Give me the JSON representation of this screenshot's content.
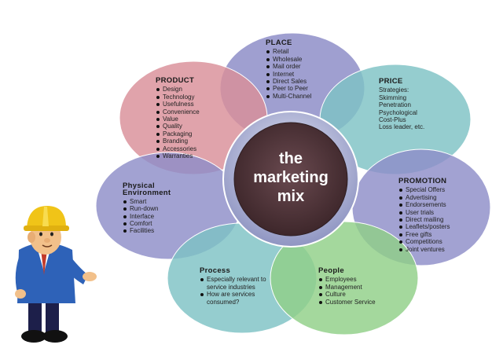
{
  "center": {
    "lines": [
      "the",
      "marketing",
      "mix"
    ]
  },
  "petals": {
    "place": {
      "title": "PLACE",
      "items": [
        "Retail",
        "Wholesale",
        "Mail order",
        "Internet",
        "Direct Sales",
        "Peer to Peer",
        "Multi-Channel"
      ],
      "color": "#8e8ec8"
    },
    "price": {
      "title": "PRICE",
      "items": [
        "Strategies:",
        "Skimming",
        "Penetration",
        "Psychological",
        "Cost-Plus",
        "Loss leader, etc."
      ],
      "color": "#7ec2c4"
    },
    "product": {
      "title": "PRODUCT",
      "items": [
        "Design",
        "Technology",
        "Usefulness",
        "Convenience",
        "Value",
        "Quality",
        "Packaging",
        "Branding",
        "Accessories",
        "Warranties"
      ],
      "color": "#d98f98"
    },
    "physical": {
      "title_line1": "Physical",
      "title_line2": "Environment",
      "items": [
        "Smart",
        "Run-down",
        "Interface",
        "Comfort",
        "Facilities"
      ],
      "color": "#8e8ec8"
    },
    "promotion": {
      "title": "PROMOTION",
      "items": [
        "Special Offers",
        "Advertising",
        "Endorsements",
        "User trials",
        "Direct mailing",
        "Leaflets/posters",
        "Free gifts",
        "Competitions",
        "Joint ventures"
      ],
      "color": "#8e8ec8"
    },
    "process": {
      "title": "Process",
      "items": [
        "Especially relevant to service industries",
        "How are services consumed?"
      ],
      "color": "#7ec2c4"
    },
    "people": {
      "title": "People",
      "items": [
        "Employees",
        "Management",
        "Culture",
        "Customer Service"
      ],
      "color": "#90d088"
    }
  },
  "colors": {
    "center_fill": "#4a3236",
    "center_ring": "#b8bcd8"
  }
}
